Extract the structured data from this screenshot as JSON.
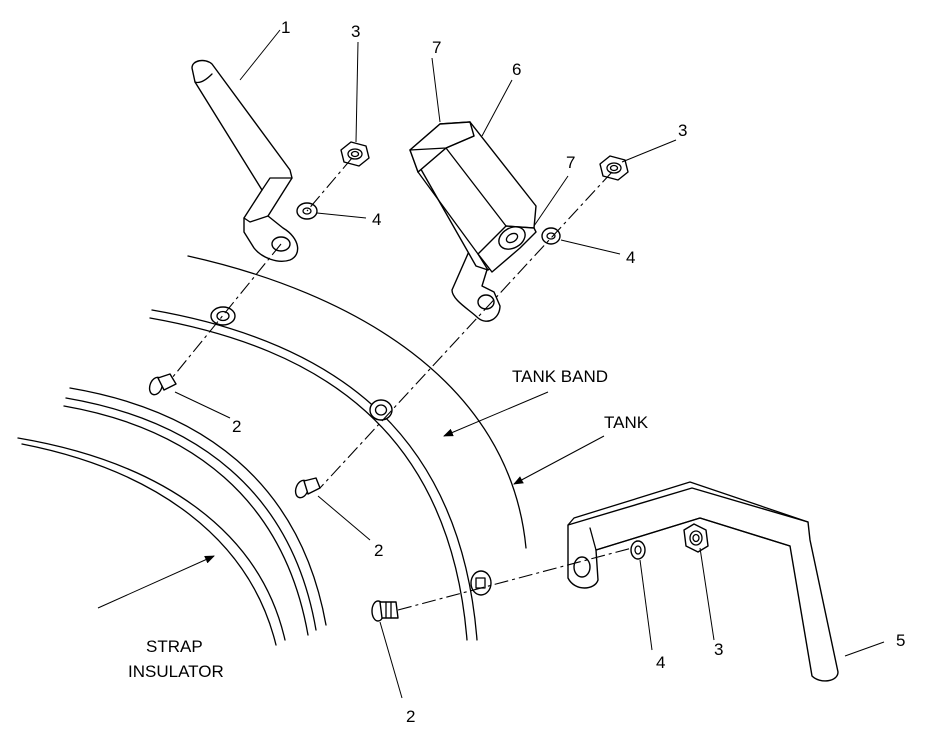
{
  "labels": {
    "bracket_1": "1",
    "bolt_2a": "2",
    "bolt_2b": "2",
    "bolt_2c": "2",
    "nut_3a": "3",
    "nut_3b": "3",
    "nut_3c": "3",
    "washer_4a": "4",
    "washer_4b": "4",
    "washer_4c": "4",
    "bracket_5": "5",
    "bracket_6": "6",
    "cap_7a": "7",
    "cap_7b": "7",
    "tank_band": "TANK BAND",
    "tank": "TANK",
    "strap_line1": "STRAP",
    "strap_line2": "INSULATOR"
  },
  "colors": {
    "line": "#000000",
    "background": "#ffffff"
  }
}
